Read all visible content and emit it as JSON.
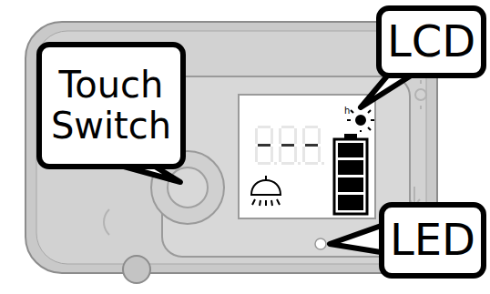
{
  "diagram": {
    "nodes": [
      {
        "text": [
          "Touch Switch"
        ]
      },
      {
        "text": [
          "LCD"
        ]
      },
      {
        "text": [
          "LED"
        ]
      }
    ],
    "labels": [
      "h"
    ]
  }
}
